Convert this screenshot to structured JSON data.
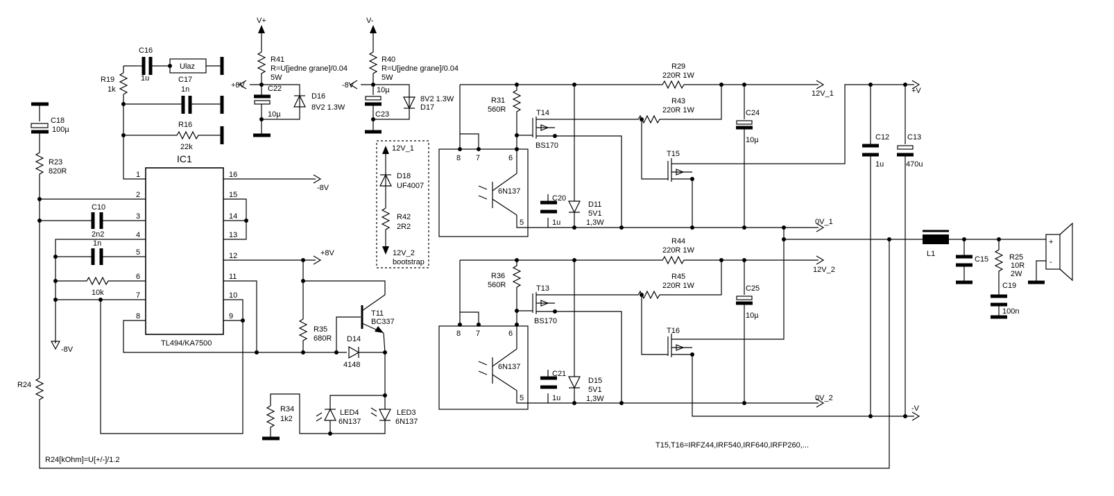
{
  "title": "",
  "note_r24": "R24[kOhm]=U[+/-]/1.2",
  "note_transistors": "T15,T16=IRFZ44,IRF540,IRF640,IRFP260,...",
  "ic1": {
    "ref": "IC1",
    "part": "TL494/KA7500",
    "pins_left": [
      "1",
      "2",
      "3",
      "4",
      "5",
      "6",
      "7",
      "8"
    ],
    "pins_right": [
      "16",
      "15",
      "14",
      "13",
      "12",
      "11",
      "10",
      "9"
    ]
  },
  "rails": {
    "v_plus": "V+",
    "v_minus": "V-",
    "plus8": "+8V",
    "minus8": "-8V",
    "twelve_1": "12V_1",
    "twelve_2": "12V_2",
    "zero_1": "0V_1",
    "zero_2": "0V_2",
    "plus_v": "+V",
    "minus_v": "-V",
    "bootstrap": "bootstrap",
    "ulaz": "Ulaz"
  },
  "components": {
    "C16": {
      "ref": "C16",
      "value": "1u"
    },
    "C17": {
      "ref": "C17",
      "value": "1n"
    },
    "R19": {
      "ref": "R19",
      "value": "1k"
    },
    "R16": {
      "ref": "R16",
      "value": "22k"
    },
    "C18": {
      "ref": "C18",
      "value": "100µ"
    },
    "R23": {
      "ref": "R23",
      "value": "820R"
    },
    "C10": {
      "ref": "C10",
      "value": "2n2"
    },
    "C5": {
      "ref": "",
      "value": "1n"
    },
    "R6": {
      "ref": "",
      "value": "10k"
    },
    "R24": {
      "ref": "R24",
      "value": ""
    },
    "R41": {
      "ref": "R41",
      "value": "R=U[jedne grane]/0.04",
      "value2": "5W"
    },
    "C22": {
      "ref": "C22",
      "value": "10µ"
    },
    "D16": {
      "ref": "D16",
      "value": "8V2 1.3W"
    },
    "R40": {
      "ref": "R40",
      "value": "R=U[jedne grane]/0.04",
      "value2": "5W"
    },
    "C23": {
      "ref": "C23",
      "value": "10µ"
    },
    "D17": {
      "ref": "D17",
      "value": "8V2 1.3W"
    },
    "D18": {
      "ref": "D18",
      "value": "UF4007"
    },
    "R42": {
      "ref": "R42",
      "value": "2R2"
    },
    "R35": {
      "ref": "R35",
      "value": "680R"
    },
    "T11": {
      "ref": "T11",
      "value": "BC337"
    },
    "D14": {
      "ref": "D14",
      "value": "4148"
    },
    "R34": {
      "ref": "R34",
      "value": "1k2"
    },
    "LED4": {
      "ref": "LED4",
      "value": "6N137"
    },
    "LED3": {
      "ref": "LED3",
      "value": "6N137"
    },
    "R31": {
      "ref": "R31",
      "value": "560R"
    },
    "R29": {
      "ref": "R29",
      "value": "220R 1W"
    },
    "R43": {
      "ref": "R43",
      "value": "220R 1W"
    },
    "T14": {
      "ref": "T14",
      "value": "BS170"
    },
    "OPTO1": {
      "ref": "",
      "value": "6N137"
    },
    "C20": {
      "ref": "C20",
      "value": "1u"
    },
    "D11": {
      "ref": "D11",
      "value": "5V1",
      "value2": "1,3W"
    },
    "C24": {
      "ref": "C24",
      "value": "10µ"
    },
    "T15": {
      "ref": "T15",
      "value": ""
    },
    "R36": {
      "ref": "R36",
      "value": "560R"
    },
    "R44": {
      "ref": "R44",
      "value": "220R 1W"
    },
    "R45": {
      "ref": "R45",
      "value": "220R 1W"
    },
    "T13": {
      "ref": "T13",
      "value": "BS170"
    },
    "OPTO2": {
      "ref": "",
      "value": "6N137"
    },
    "C21": {
      "ref": "C21",
      "value": "1u"
    },
    "D15": {
      "ref": "D15",
      "value": "5V1",
      "value2": "1,3W"
    },
    "C25": {
      "ref": "C25",
      "value": "10µ"
    },
    "T16": {
      "ref": "T16",
      "value": ""
    },
    "C12": {
      "ref": "C12",
      "value": "1u"
    },
    "C13": {
      "ref": "C13",
      "value": "470u"
    },
    "L1": {
      "ref": "L1",
      "value": ""
    },
    "C15": {
      "ref": "C15",
      "value": ""
    },
    "R25": {
      "ref": "R25",
      "value": "10R",
      "value2": "2W"
    },
    "C19": {
      "ref": "C19",
      "value": "100n"
    }
  },
  "opto_pins": [
    "8",
    "7",
    "6",
    "5"
  ],
  "speaker_pins": {
    "plus": "+",
    "minus": "-"
  }
}
